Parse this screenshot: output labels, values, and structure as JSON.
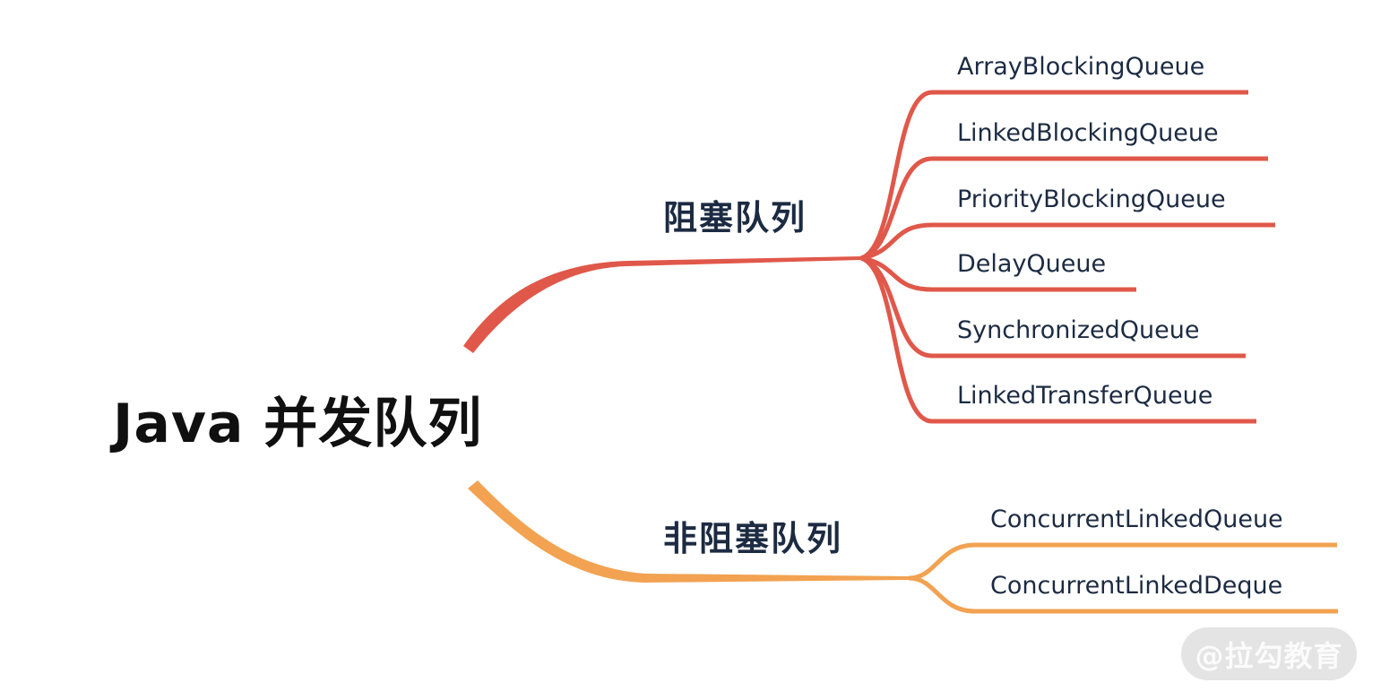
{
  "root": {
    "label": "Java 并发队列"
  },
  "branches": [
    {
      "label": "阻塞队列",
      "color": "#e0584a",
      "children": [
        "ArrayBlockingQueue",
        "LinkedBlockingQueue",
        "PriorityBlockingQueue",
        "DelayQueue",
        "SynchronizedQueue",
        "LinkedTransferQueue"
      ]
    },
    {
      "label": "非阻塞队列",
      "color": "#f2a251",
      "children": [
        "ConcurrentLinkedQueue",
        "ConcurrentLinkedDeque"
      ]
    }
  ],
  "watermark": {
    "label": "@拉勾教育"
  },
  "colors": {
    "background": "#ffffff",
    "root_text": "#101010",
    "node_text": "#1c2b42",
    "blocking_branch": "#e0584a",
    "nonblocking_branch": "#f2a251",
    "watermark_bg": "#e4e4e4",
    "watermark_text": "#fbfbfb"
  }
}
